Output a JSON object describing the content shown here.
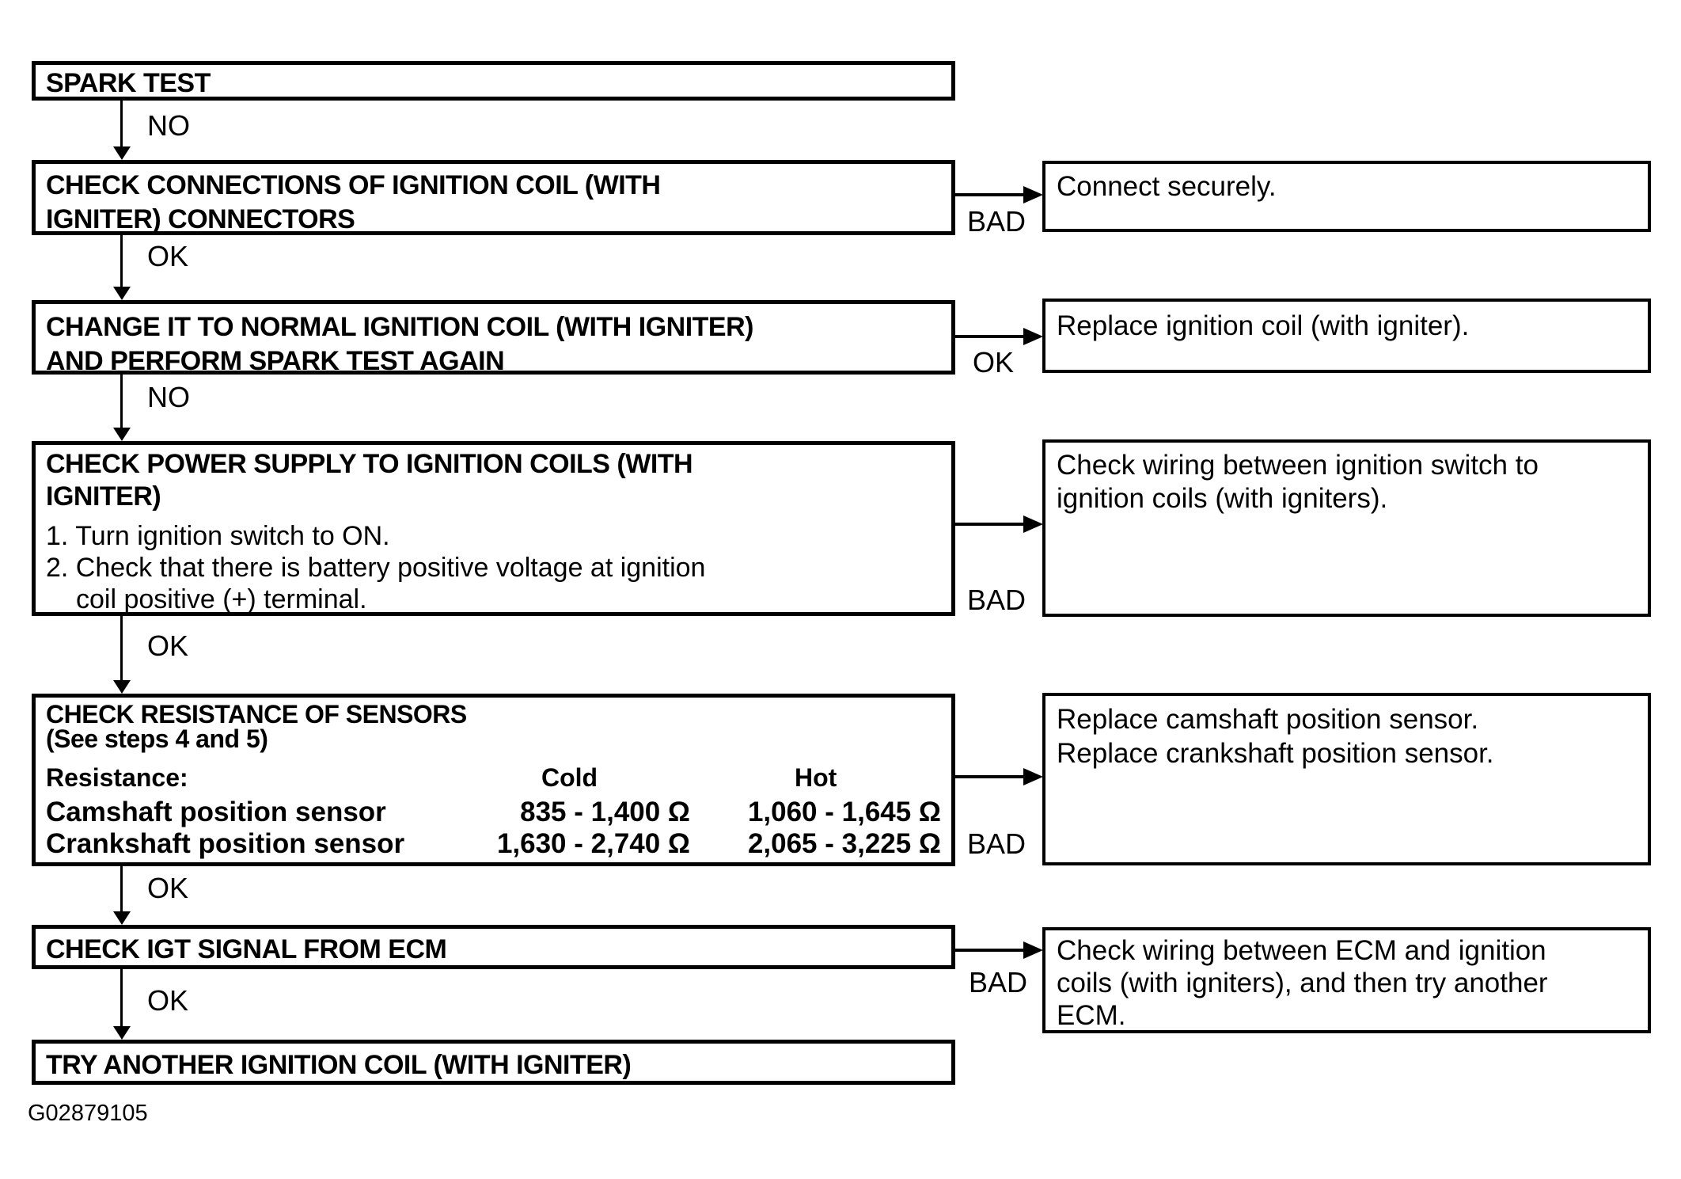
{
  "diagram": {
    "footer_code": "G02879105",
    "steps": {
      "spark_test": {
        "title": "SPARK TEST",
        "out_label": "NO"
      },
      "check_connections": {
        "line1": "CHECK CONNECTIONS OF IGNITION COIL (WITH",
        "line2": "IGNITER) CONNECTORS",
        "branch_label": "BAD",
        "out_label": "OK"
      },
      "change_coil": {
        "line1": "CHANGE IT TO NORMAL IGNITION COIL (WITH IGNITER)",
        "line2": "AND PERFORM SPARK TEST AGAIN",
        "branch_label": "OK",
        "out_label": "NO"
      },
      "check_power": {
        "title_line1": "CHECK POWER SUPPLY TO IGNITION COILS (WITH",
        "title_line2": "IGNITER)",
        "item1": "1. Turn ignition switch to ON.",
        "item2": "2. Check that there is battery positive voltage at ignition",
        "item2_cont": "coil positive (+) terminal.",
        "branch_label": "BAD",
        "out_label": "OK"
      },
      "check_resistance": {
        "title": "CHECK RESISTANCE OF SENSORS",
        "subtitle": "(See steps 4 and 5)",
        "table_label": "Resistance:",
        "col_cold": "Cold",
        "col_hot": "Hot",
        "row1_label": "Camshaft position sensor",
        "row1_cold": "835 - 1,400 Ω",
        "row1_hot": "1,060 - 1,645 Ω",
        "row2_label": "Crankshaft position sensor",
        "row2_cold": "1,630 - 2,740 Ω",
        "row2_hot": "2,065 - 3,225 Ω",
        "branch_label": "BAD",
        "out_label": "OK"
      },
      "check_igt": {
        "title": "CHECK IGT SIGNAL FROM ECM",
        "branch_label": "BAD",
        "out_label": "OK"
      },
      "try_another": {
        "title": "TRY ANOTHER IGNITION COIL (WITH IGNITER)"
      }
    },
    "results": {
      "connect_securely": {
        "line1": "Connect securely."
      },
      "replace_coil": {
        "line1": "Replace ignition coil (with igniter)."
      },
      "check_wiring_switch": {
        "line1": "Check wiring between ignition switch to",
        "line2": "ignition coils (with igniters)."
      },
      "replace_sensors": {
        "line1": "Replace camshaft position sensor.",
        "line2": "Replace crankshaft position sensor."
      },
      "check_wiring_ecm": {
        "line1": "Check wiring between ECM and ignition",
        "line2": "coils (with igniters), and then try another",
        "line3": "ECM."
      }
    }
  }
}
